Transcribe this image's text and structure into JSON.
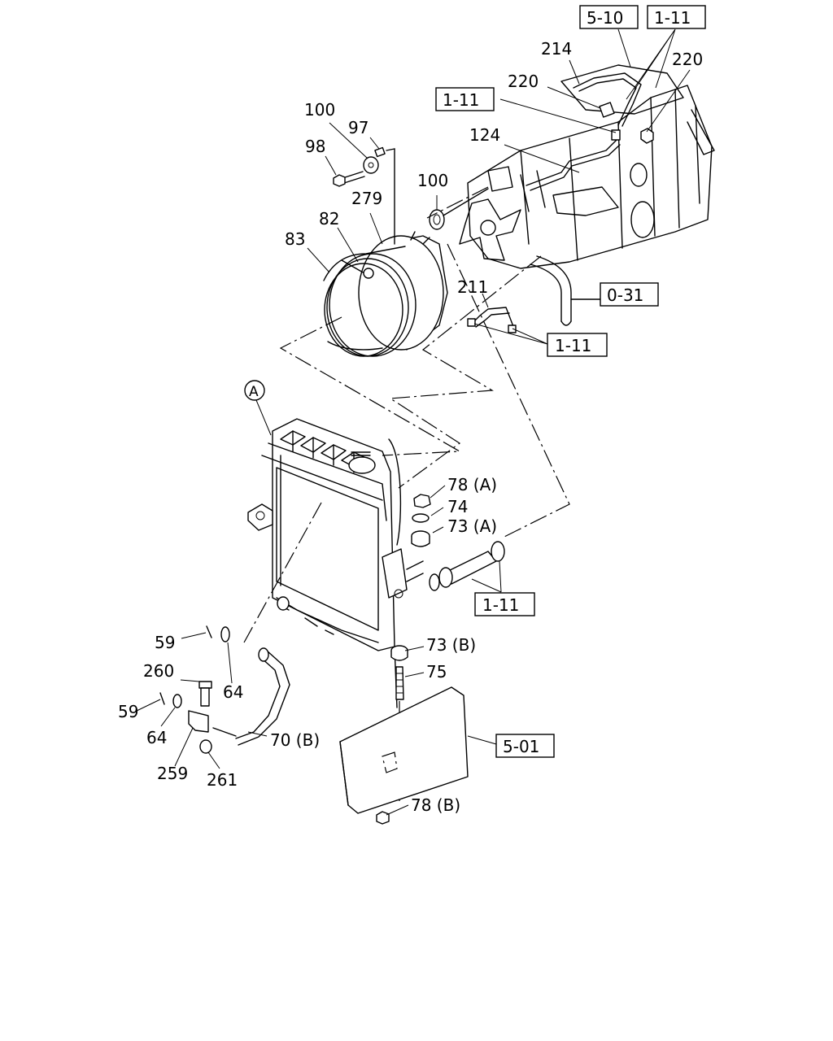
{
  "diagram": {
    "callouts": {
      "c214": "214",
      "c220a": "220",
      "c220b": "220",
      "c124": "124",
      "c100a": "100",
      "c97": "97",
      "c98": "98",
      "c100b": "100",
      "c279": "279",
      "c82": "82",
      "c83": "83",
      "c211": "211",
      "c78a": "78 (A)",
      "c74": "74",
      "c73a": "73 (A)",
      "c59a": "59",
      "c260": "260",
      "c64a": "64",
      "c59b": "59",
      "c64b": "64",
      "c259": "259",
      "c261": "261",
      "c70b": "70 (B)",
      "c73b": "73 (B)",
      "c75": "75",
      "c78b": "78 (B)"
    },
    "refs": {
      "r510": "5-10",
      "r111a": "1-11",
      "r111b": "1-11",
      "r031": "0-31",
      "r111c": "1-11",
      "r111d": "1-11",
      "r501": "5-01"
    },
    "marker_a": "A"
  }
}
